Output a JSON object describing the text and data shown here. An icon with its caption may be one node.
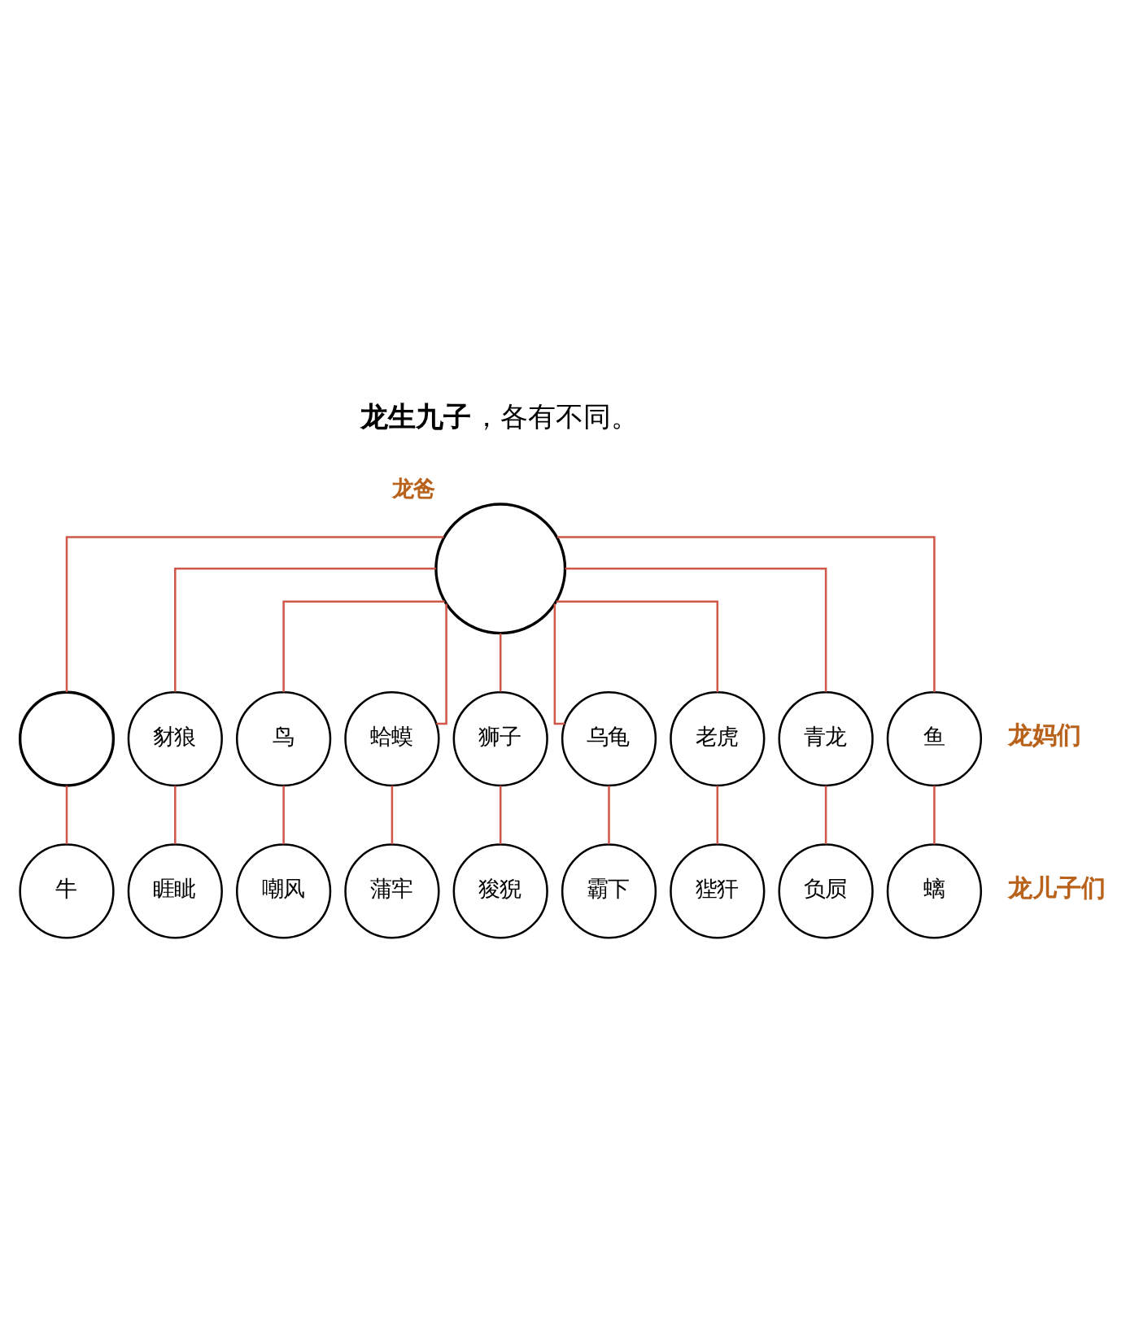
{
  "diagram": {
    "nodes": [
      {
        "text": [],
        "shape": "circle",
        "beside": [
          "龙爸"
        ]
      },
      {
        "text": [],
        "shape": "circle"
      },
      {
        "text": [
          "豺狼"
        ]
      },
      {
        "text": [
          "鸟"
        ]
      },
      {
        "text": [
          "蛤蟆"
        ]
      },
      {
        "text": [
          "狮子"
        ]
      },
      {
        "text": [
          "乌龟"
        ]
      },
      {
        "text": [
          "老虎"
        ]
      },
      {
        "text": [
          "青龙"
        ]
      },
      {
        "text": [
          "鱼"
        ]
      },
      {
        "text": [
          "牛"
        ]
      },
      {
        "text": [
          "睚眦"
        ]
      },
      {
        "text": [
          "嘲风"
        ]
      },
      {
        "text": [
          "蒲牢"
        ]
      },
      {
        "text": [
          "狻猊"
        ]
      },
      {
        "text": [
          "霸下"
        ]
      },
      {
        "text": [
          "狴犴"
        ]
      },
      {
        "text": [
          "负屃"
        ]
      },
      {
        "text": [
          "螭"
        ]
      }
    ],
    "edges": [
      {
        "from": 0,
        "to": 1,
        "arrow": "none"
      },
      {
        "from": 0,
        "to": 2,
        "arrow": "none"
      },
      {
        "from": 0,
        "to": 3,
        "arrow": "none"
      },
      {
        "from": 0,
        "to": 4,
        "arrow": "none"
      },
      {
        "from": 0,
        "to": 5,
        "arrow": "none"
      },
      {
        "from": 0,
        "to": 6,
        "arrow": "none"
      },
      {
        "from": 0,
        "to": 7,
        "arrow": "none"
      },
      {
        "from": 0,
        "to": 8,
        "arrow": "none"
      },
      {
        "from": 0,
        "to": 9,
        "arrow": "none"
      },
      {
        "from": 1,
        "to": 10,
        "arrow": "none"
      },
      {
        "from": 2,
        "to": 11,
        "arrow": "none"
      },
      {
        "from": 3,
        "to": 12,
        "arrow": "none"
      },
      {
        "from": 4,
        "to": 13,
        "arrow": "none"
      },
      {
        "from": 5,
        "to": 14,
        "arrow": "none"
      },
      {
        "from": 6,
        "to": 15,
        "arrow": "none"
      },
      {
        "from": 7,
        "to": 16,
        "arrow": "none"
      },
      {
        "from": 8,
        "to": 17,
        "arrow": "none"
      },
      {
        "from": 9,
        "to": 18,
        "arrow": "none"
      }
    ],
    "labels": [
      "**龙生九子**，各有不同。",
      "龙妈们",
      "龙儿子们"
    ]
  }
}
